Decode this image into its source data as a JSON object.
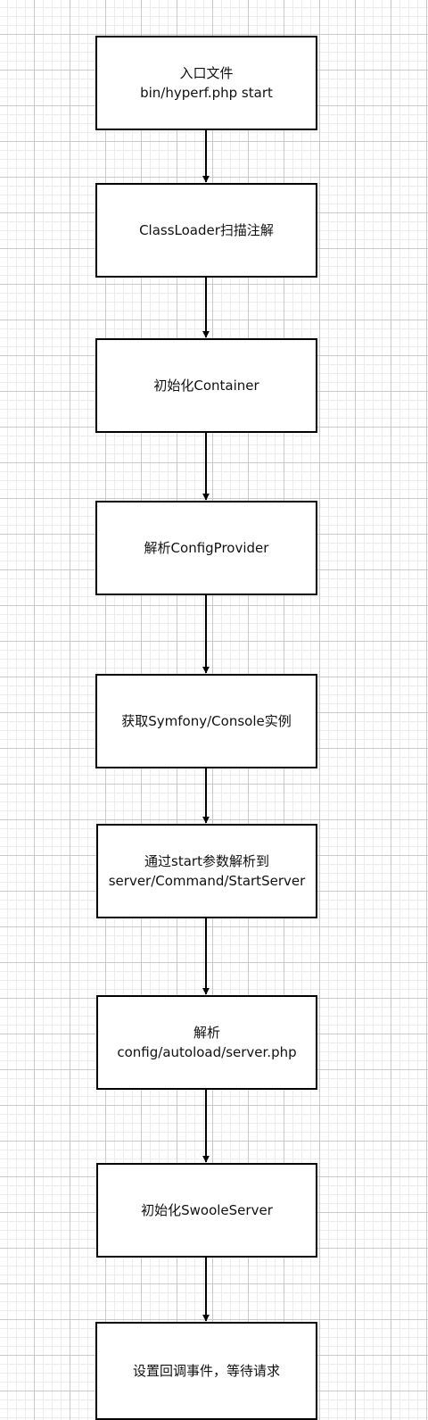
{
  "flowchart": {
    "steps": [
      {
        "lines": [
          "入口文件",
          "bin/hyperf.php start"
        ]
      },
      {
        "lines": [
          "ClassLoader扫描注解"
        ]
      },
      {
        "lines": [
          "初始化Container"
        ]
      },
      {
        "lines": [
          "解析ConfigProvider"
        ]
      },
      {
        "lines": [
          "获取Symfony/Console实例"
        ]
      },
      {
        "lines": [
          "通过start参数解析到",
          "server/Command/StartServer"
        ]
      },
      {
        "lines": [
          "解析",
          "config/autoload/server.php"
        ]
      },
      {
        "lines": [
          "初始化SwooleServer"
        ]
      },
      {
        "lines": [
          "设置回调事件，等待请求"
        ]
      }
    ]
  }
}
